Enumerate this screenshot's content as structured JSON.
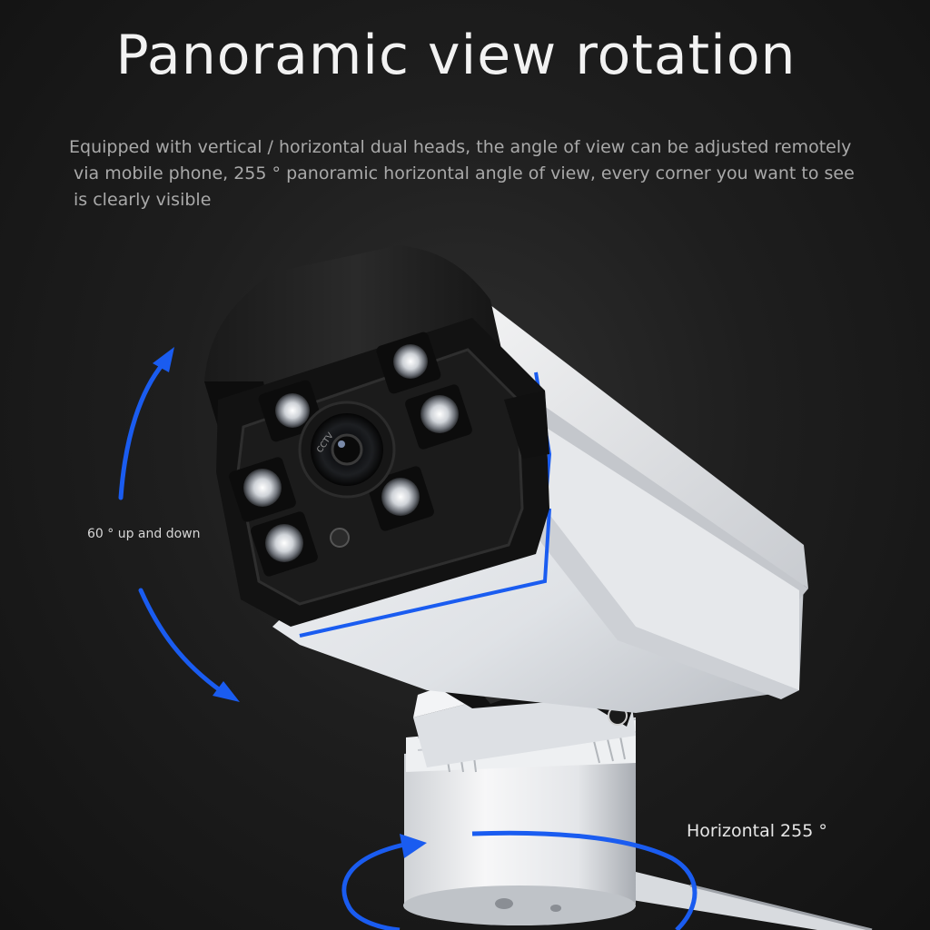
{
  "title": "Panoramic view rotation",
  "description": {
    "line1": "Equipped with vertical / horizontal dual heads, the angle of view can be adjusted remotely",
    "line2": "via mobile phone, 255 ° panoramic horizontal angle of view, every corner you want to see",
    "line3": "is clearly visible"
  },
  "labels": {
    "vertical": "60 ° up and down",
    "horizontal": "Horizontal 255 °"
  },
  "camera": {
    "lens_text": "CCTV"
  },
  "colors": {
    "background": "#1e1e1e",
    "accent_blue": "#1a5cf0",
    "camera_white": "#e9ebef",
    "camera_black": "#101010"
  }
}
